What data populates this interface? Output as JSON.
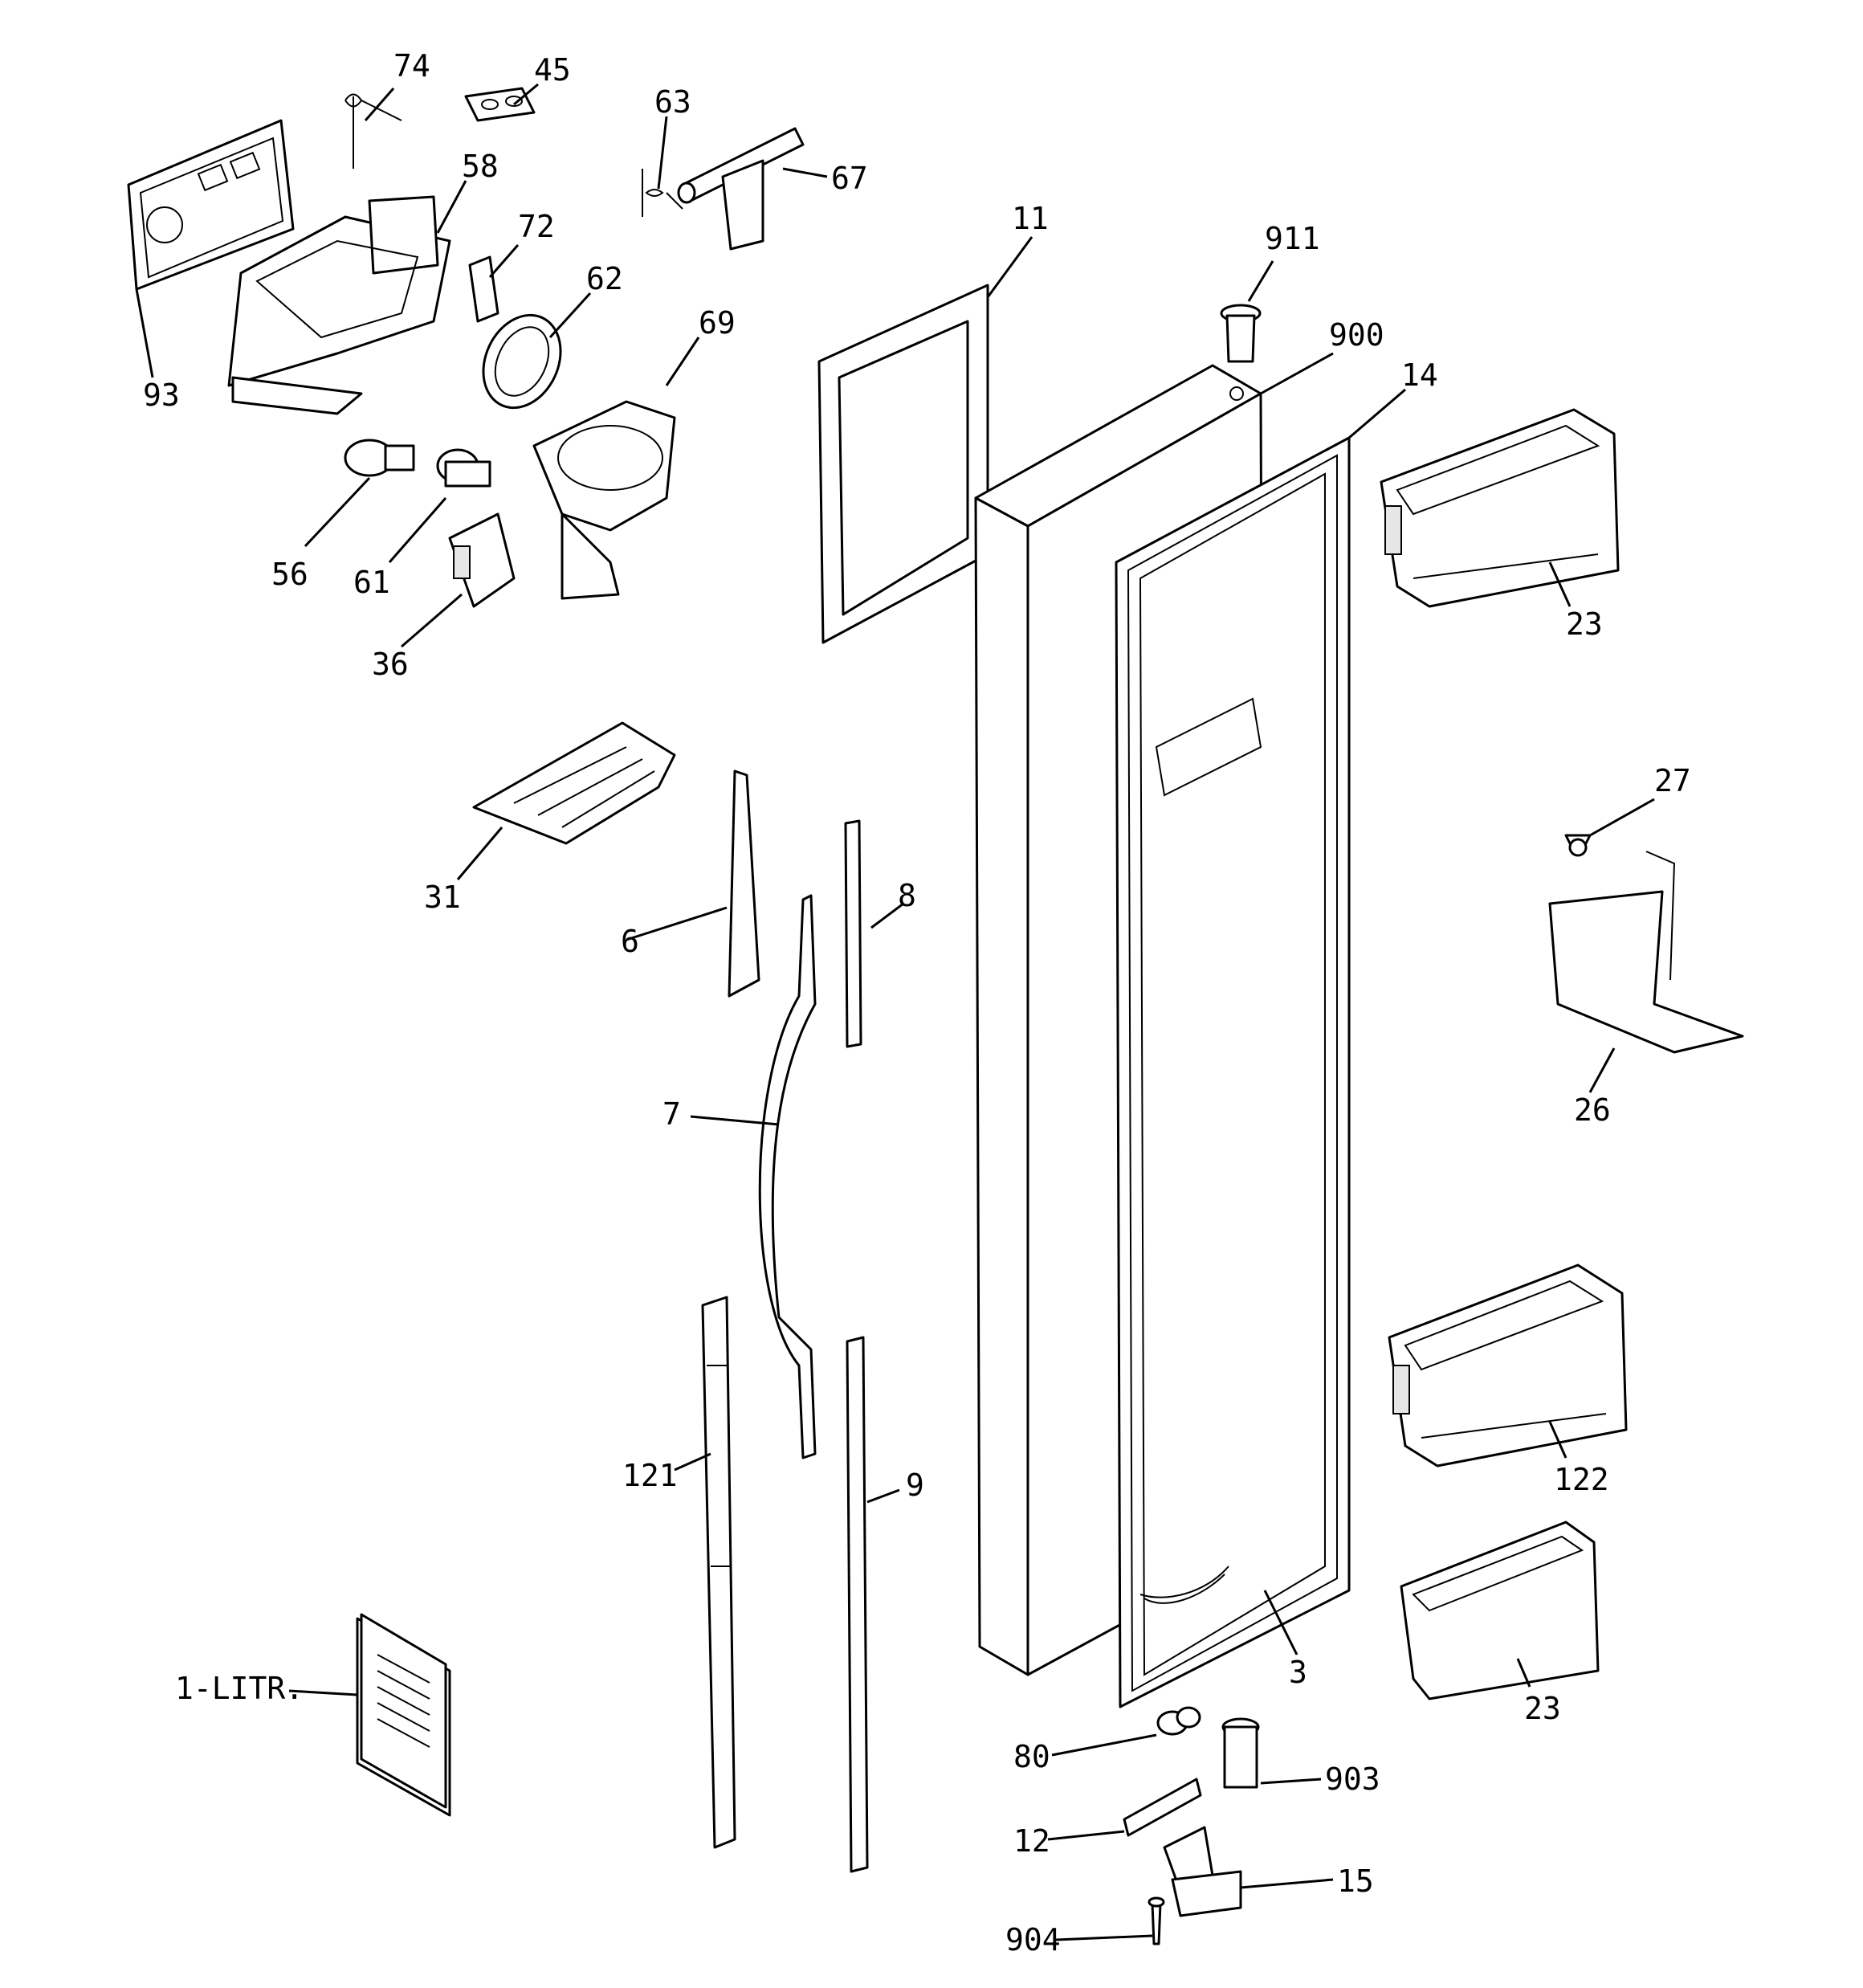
{
  "diagram": {
    "callouts": [
      {
        "id": "74"
      },
      {
        "id": "45"
      },
      {
        "id": "63"
      },
      {
        "id": "67"
      },
      {
        "id": "58"
      },
      {
        "id": "72"
      },
      {
        "id": "62"
      },
      {
        "id": "69"
      },
      {
        "id": "93"
      },
      {
        "id": "56"
      },
      {
        "id": "61"
      },
      {
        "id": "36"
      },
      {
        "id": "11"
      },
      {
        "id": "911"
      },
      {
        "id": "900"
      },
      {
        "id": "14"
      },
      {
        "id": "23"
      },
      {
        "id": "27"
      },
      {
        "id": "26"
      },
      {
        "id": "31"
      },
      {
        "id": "6"
      },
      {
        "id": "8"
      },
      {
        "id": "7"
      },
      {
        "id": "121"
      },
      {
        "id": "9"
      },
      {
        "id": "122"
      },
      {
        "id": "23"
      },
      {
        "id": "3"
      },
      {
        "id": "1-LITR."
      },
      {
        "id": "80"
      },
      {
        "id": "903"
      },
      {
        "id": "12"
      },
      {
        "id": "15"
      },
      {
        "id": "904"
      }
    ]
  }
}
